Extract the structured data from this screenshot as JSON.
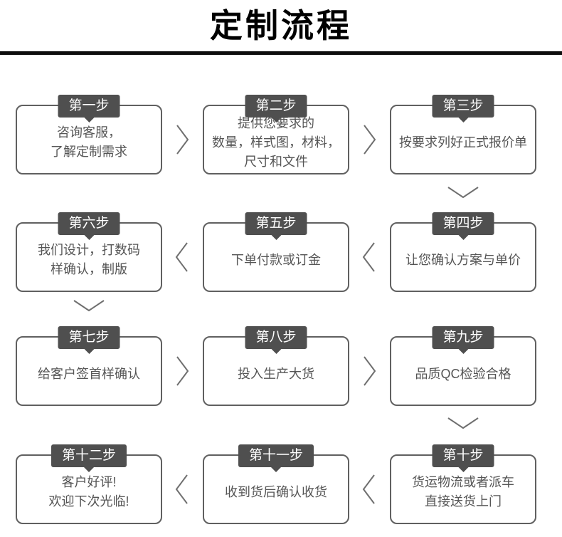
{
  "title": "定制流程",
  "colors": {
    "tab_background": "#4f4f4f",
    "tab_text": "#ffffff",
    "box_border": "#606060",
    "body_text": "#555555",
    "arrow_stroke": "#6f6f6f",
    "title_text": "#000000",
    "rule": "#0d0d0d"
  },
  "steps": [
    {
      "tab": "第一步",
      "text": "咨询客服，\n了解定制需求"
    },
    {
      "tab": "第二步",
      "text": "提供您要求的\n数量，样式图，材料，\n尺寸和文件"
    },
    {
      "tab": "第三步",
      "text": "按要求列好正式报价单"
    },
    {
      "tab": "第四步",
      "text": "让您确认方案与单价"
    },
    {
      "tab": "第五步",
      "text": "下单付款或订金"
    },
    {
      "tab": "第六步",
      "text": "我们设计，打数码\n样确认，制版"
    },
    {
      "tab": "第七步",
      "text": "给客户签首样确认"
    },
    {
      "tab": "第八步",
      "text": "投入生产大货"
    },
    {
      "tab": "第九步",
      "text": "品质QC检验合格"
    },
    {
      "tab": "第十步",
      "text": "货运物流或者派车\n直接送货上门"
    },
    {
      "tab": "第十一步",
      "text": "收到货后确认收货"
    },
    {
      "tab": "第十二步",
      "text": "客户好评!\n欢迎下次光临!"
    }
  ]
}
